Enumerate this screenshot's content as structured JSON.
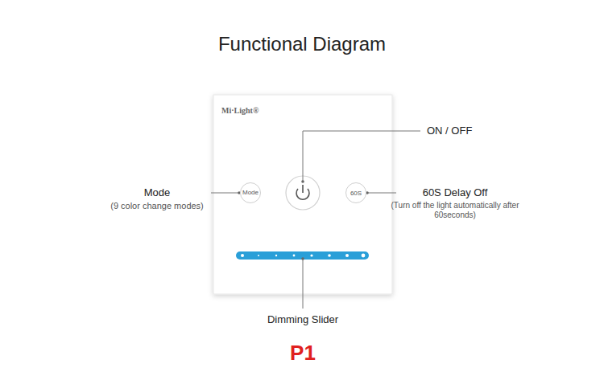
{
  "diagram": {
    "title": "Functional Diagram",
    "nodes": [
      {
        "text": [
          "Mi·Light®"
        ]
      },
      {
        "text": [
          "Mode"
        ],
        "in": 0
      },
      {
        "text": [
          "60S"
        ],
        "in": 0
      }
    ],
    "labels": [
      "ON / OFF",
      "Mode",
      "(9 color change modes)",
      "60S Delay Off",
      "(Turn off the light automatically after 60seconds)",
      "Dimming Slider",
      "P1"
    ]
  }
}
